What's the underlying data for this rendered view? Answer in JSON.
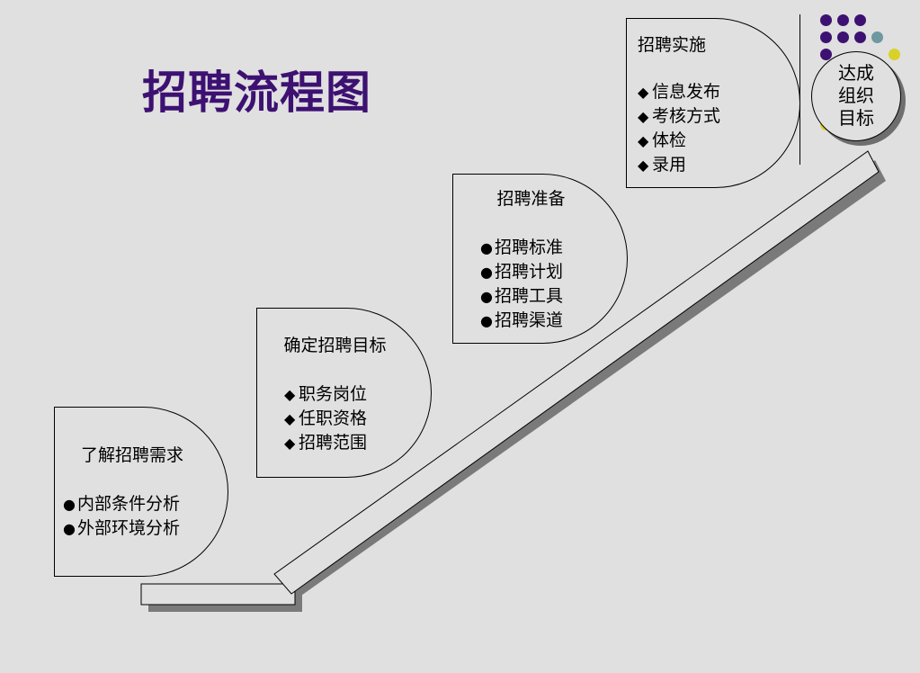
{
  "title": "招聘流程图",
  "colors": {
    "title": "#3d1172",
    "dot_purple": "#3d1172",
    "dot_teal": "#6f98a0",
    "dot_yellow": "#d8d12a",
    "background": "#e0e0e0"
  },
  "steps": [
    {
      "heading": "了解招聘需求",
      "bullet_symbol": "●",
      "items": [
        "内部条件分析",
        "外部环境分析"
      ]
    },
    {
      "heading": "确定招聘目标",
      "bullet_symbol": "◆",
      "items": [
        "职务岗位",
        "任职资格",
        "招聘范围"
      ]
    },
    {
      "heading": "招聘准备",
      "bullet_symbol": "●",
      "items": [
        "招聘标准",
        "招聘计划",
        "招聘工具",
        "招聘渠道"
      ]
    },
    {
      "heading": "招聘实施",
      "bullet_symbol": "◆",
      "items": [
        "信息发布",
        "考核方式",
        "体检",
        "录用"
      ]
    }
  ],
  "goal": {
    "lines": [
      "达成",
      "组织",
      "目标"
    ]
  }
}
